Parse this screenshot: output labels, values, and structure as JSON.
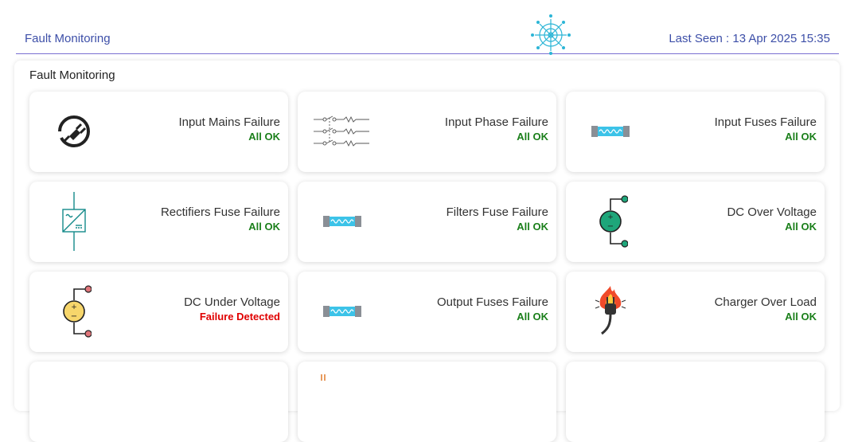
{
  "header": {
    "app_title": "Fault Monitoring",
    "last_seen": "Last Seen : 13 Apr 2025 15:35",
    "logo_icon": "web-logo-icon",
    "accent_color": "#7a6fd1"
  },
  "panel": {
    "title": "Fault Monitoring"
  },
  "cards": [
    {
      "label": "Input Mains Failure",
      "status": "All OK",
      "icon": "plug-off-icon"
    },
    {
      "label": "Input Phase Failure",
      "status": "All OK",
      "icon": "phase-switch-icon"
    },
    {
      "label": "Input Fuses Failure",
      "status": "All OK",
      "icon": "fuse-icon"
    },
    {
      "label": "Rectifiers Fuse Failure",
      "status": "All OK",
      "icon": "rectifier-icon"
    },
    {
      "label": "Filters Fuse Failure",
      "status": "All OK",
      "icon": "fuse-icon"
    },
    {
      "label": "DC Over Voltage",
      "status": "All OK",
      "icon": "dc-source-green-icon"
    },
    {
      "label": "DC Under Voltage",
      "status": "Failure Detected",
      "icon": "dc-source-yellow-icon"
    },
    {
      "label": "Output Fuses Failure",
      "status": "All OK",
      "icon": "fuse-icon"
    },
    {
      "label": "Charger Over Load",
      "status": "All OK",
      "icon": "burning-plug-icon"
    }
  ],
  "status_colors": {
    "ok": "#1a7f1a",
    "fail": "#e00000"
  }
}
